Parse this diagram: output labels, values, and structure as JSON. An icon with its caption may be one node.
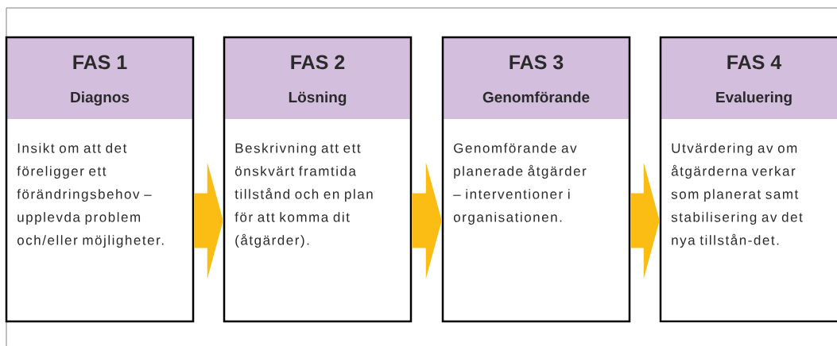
{
  "diagram": {
    "nodes": [
      {
        "text": [
          "FAS 1",
          "Diagnos",
          "Insikt om att det föreligger ett förändringsbehov – upplevda problem och/eller möjligheter."
        ]
      },
      {
        "text": [
          "FAS 2",
          "Lösning",
          "Beskrivning att ett önskvärt framtida tillstånd och en plan för att komma dit (åtgärder)."
        ]
      },
      {
        "text": [
          "FAS 3",
          "Genomförande",
          "Genomförande av planerade åtgärder – interventioner i organisationen."
        ]
      },
      {
        "text": [
          "FAS 4",
          "Evaluering",
          "Utvärdering av om åtgärderna verkar som planerat samt stabilisering av det nya tillstån-det."
        ]
      }
    ],
    "edges": [
      {
        "from": 0,
        "to": 1,
        "arrow": "to"
      },
      {
        "from": 1,
        "to": 2,
        "arrow": "to"
      },
      {
        "from": 2,
        "to": 3,
        "arrow": "to"
      }
    ]
  }
}
